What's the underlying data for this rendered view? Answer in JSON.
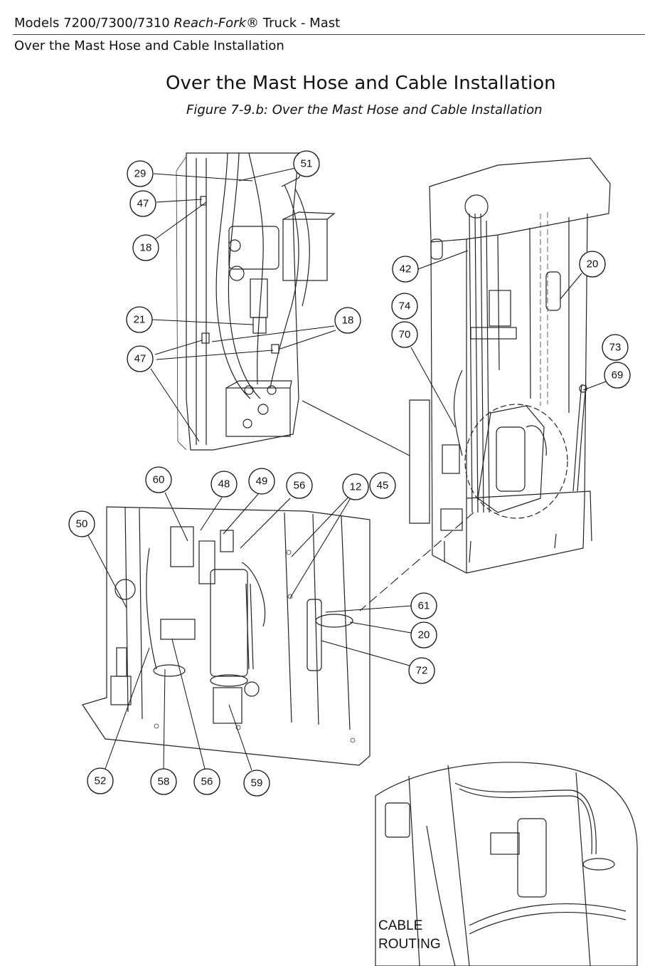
{
  "header": {
    "line1_prefix": "Models 7200/7300/7310 ",
    "line1_italic": "Reach-Fork",
    "line1_suffix": "® Truck - Mast",
    "line2": "Over the Mast Hose and Cable Installation"
  },
  "title": "Over the Mast Hose and Cable Installation",
  "caption": "Figure 7-9.b: Over the Mast Hose and Cable Installation",
  "callouts": [
    "51",
    "29",
    "47",
    "18",
    "42",
    "20",
    "74",
    "21",
    "18",
    "70",
    "73",
    "47",
    "69",
    "60",
    "48",
    "49",
    "56",
    "12",
    "45",
    "50",
    "61",
    "20",
    "72",
    "52",
    "58",
    "56",
    "59"
  ],
  "cable_label": {
    "line1": "CABLE",
    "line2": "ROUTING"
  }
}
